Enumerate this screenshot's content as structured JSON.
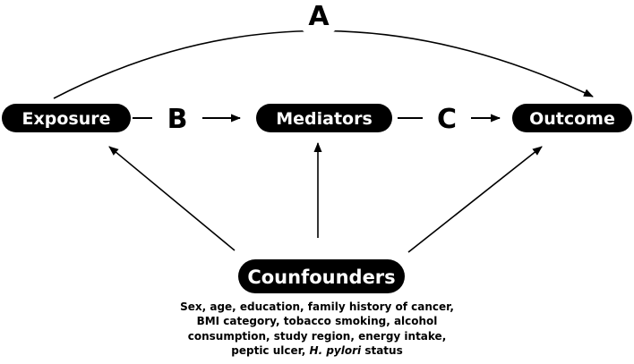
{
  "nodes": {
    "exposure": "Exposure",
    "mediators": "Mediators",
    "outcome": "Outcome",
    "confounders": "Counfounders"
  },
  "paths": {
    "a": "A",
    "b": "B",
    "c": "C"
  },
  "confounder_list": {
    "line1": "Sex, age, education, family history of cancer,",
    "line2": "BMI category, tobacco smoking, alcohol",
    "line3": "consumption, study region, energy intake,",
    "line4_prefix": "peptic ulcer,",
    "line4_italic": "H. pylori",
    "line4_suffix": "status"
  }
}
